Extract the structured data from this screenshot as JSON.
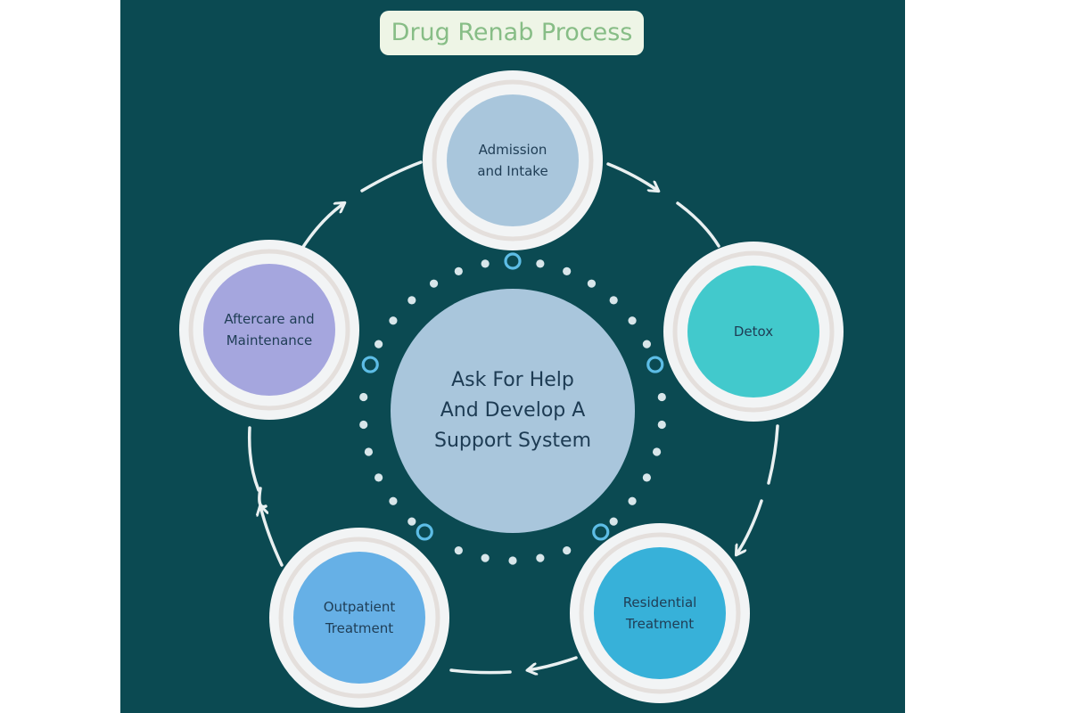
{
  "title": "Drug Renab Process",
  "center": {
    "lines": [
      "Ask For Help",
      "And Develop A",
      "Support System"
    ],
    "color": "#a9c6dc"
  },
  "steps": [
    {
      "id": "admission",
      "lines": [
        "Admission",
        "and Intake"
      ],
      "color": "#a9c6dc"
    },
    {
      "id": "detox",
      "lines": [
        "Detox"
      ],
      "color": "#42c9cc"
    },
    {
      "id": "residential",
      "lines": [
        "Residential",
        "Treatment"
      ],
      "color": "#37b1d9"
    },
    {
      "id": "outpatient",
      "lines": [
        "Outpatient",
        "Treatment"
      ],
      "color": "#66b0e6"
    },
    {
      "id": "aftercare",
      "lines": [
        "Aftercare and",
        "Maintenance"
      ],
      "color": "#a5a6de"
    }
  ],
  "colors": {
    "background": "#0b4a52",
    "ring": "#f2f4f5",
    "ring_inner": "#e4dfdc",
    "connector": "#e9f0f1",
    "dot": "#d8e6ea",
    "dot_ring": "#5dbde6",
    "title_box": "#eef5e6",
    "title_text": "#87bd86"
  }
}
